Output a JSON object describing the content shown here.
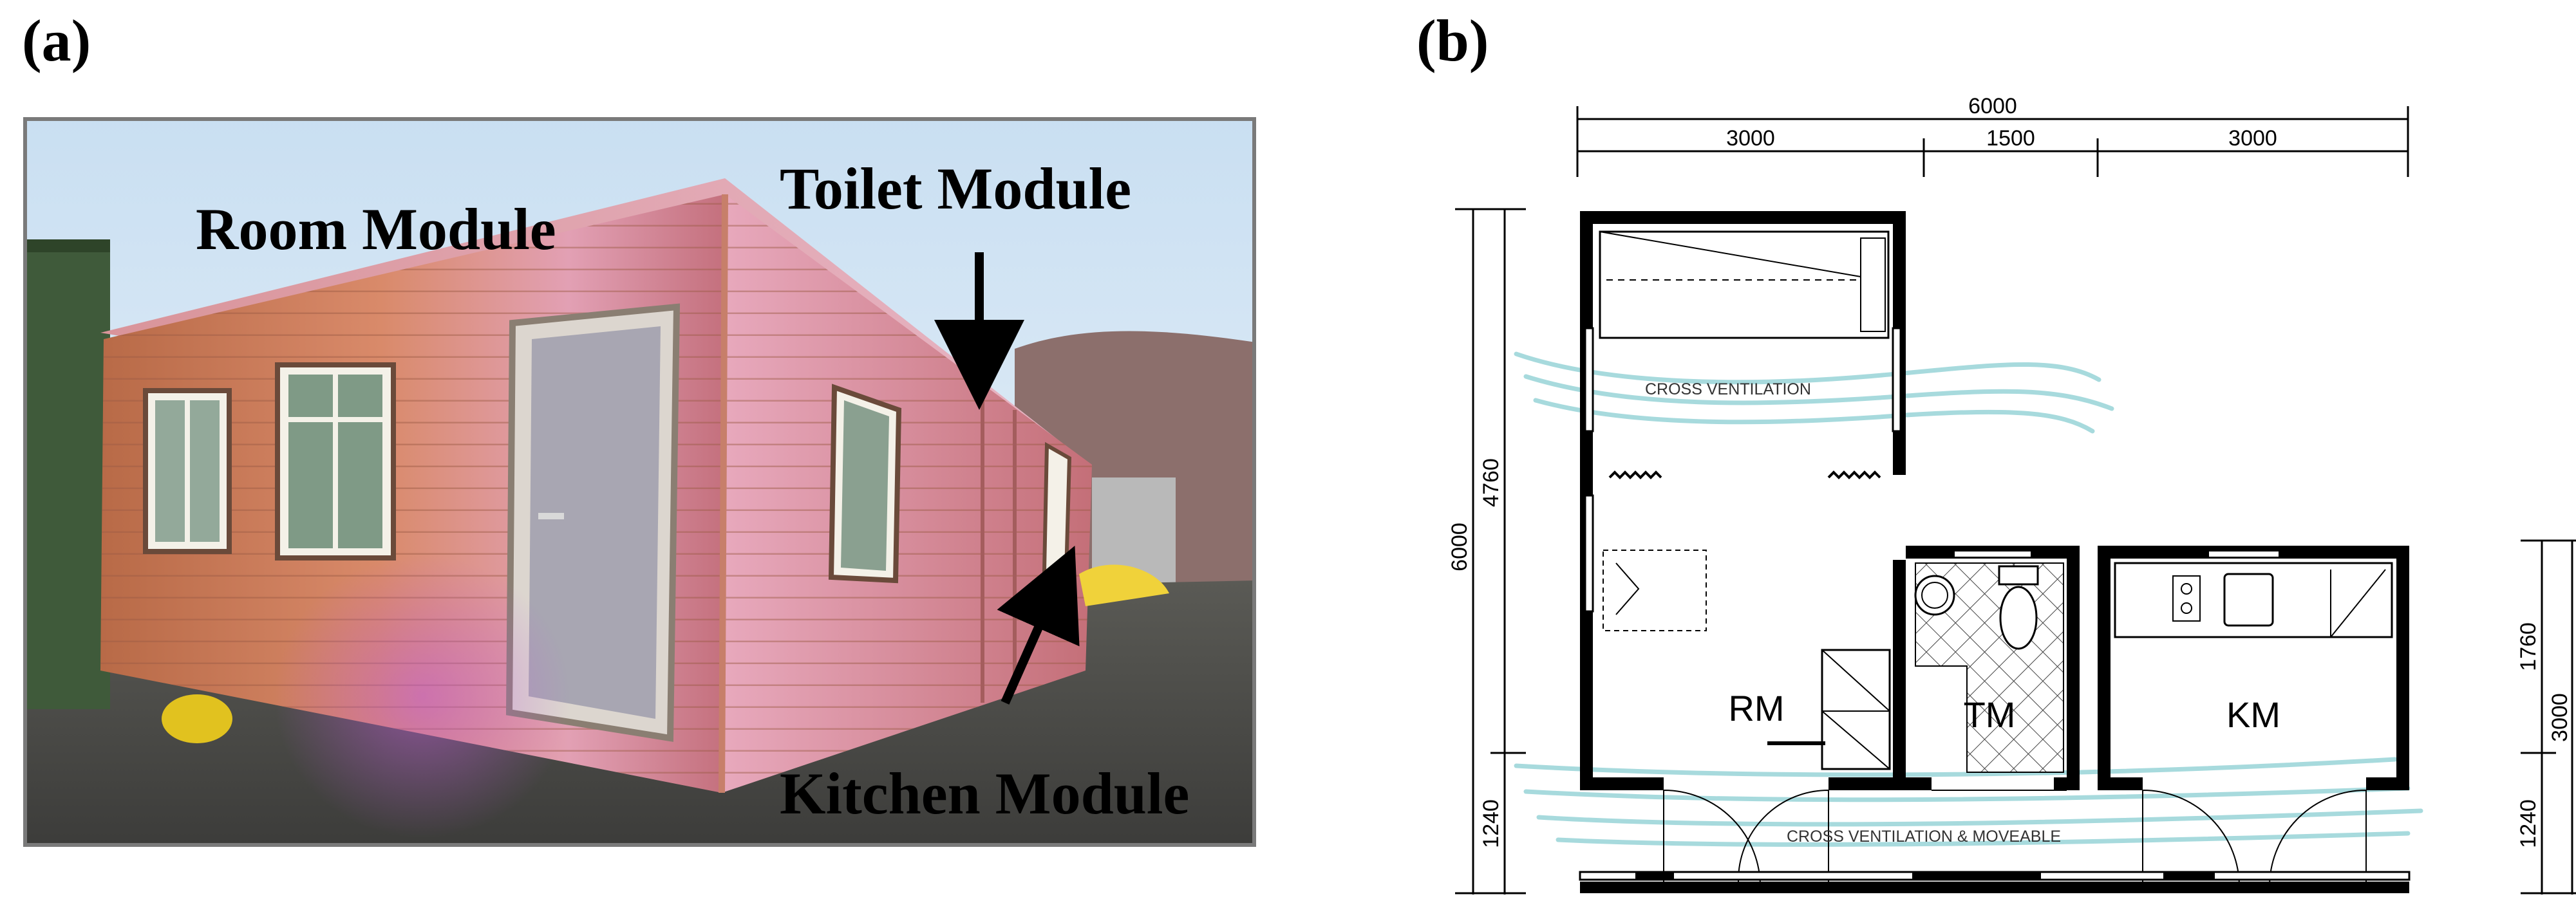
{
  "panel_a": {
    "label": "(a)",
    "labels": {
      "room_module": "Room Module",
      "toilet_module": "Toilet Module",
      "kitchen_module": "Kitchen Module"
    }
  },
  "panel_b": {
    "label": "(b)",
    "dims_top": {
      "total": "6000",
      "left": "3000",
      "middle": "1500",
      "right": "3000"
    },
    "dims_left": {
      "total": "6000",
      "upper": "4760",
      "lower": "1240"
    },
    "dims_right": {
      "total": "3000",
      "upper": "1760",
      "lower": "1240"
    },
    "rooms": {
      "rm": "RM",
      "tm": "TM",
      "km": "KM"
    },
    "ventilation": {
      "cross": "CROSS VENTILATION",
      "cross_moveable": "CROSS VENTILATION  &  MOVEABLE"
    }
  }
}
